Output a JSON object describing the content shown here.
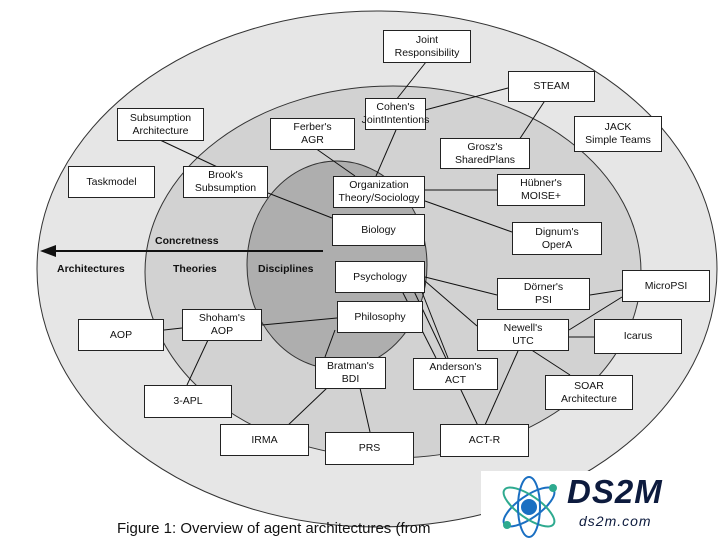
{
  "caption": "Figure 1: Overview of agent architectures (from",
  "rings": {
    "architectures": "Architectures",
    "theories": "Theories",
    "disciplines": "Disciplines",
    "concreteness": "Concretness"
  },
  "nodes": {
    "joint_responsibility": "Joint\nResponsibility",
    "steam": "STEAM",
    "subsumption_architecture": "Subsumption\nArchitecture",
    "cohens_jointintentions": "Cohen's\nJointIntentions",
    "ferbers_agr": "Ferber's\nAGR",
    "groszs_sharedplans": "Grosz's\nSharedPlans",
    "jack_simple_teams": "JACK\nSimple Teams",
    "taskmodel": "Taskmodel",
    "brooks_subsumption": "Brook's\nSubsumption",
    "organization_theory": "Organization\nTheory/Sociology",
    "hubners_moise": "Hübner's\nMOISE+",
    "biology": "Biology",
    "dignums_opera": "Dignum's\nOperA",
    "psychology": "Psychology",
    "dorners_psi": "Dörner's\nPSI",
    "micropsi": "MicroPSI",
    "shohams_aop": "Shoham's\nAOP",
    "philosophy": "Philosophy",
    "aop": "AOP",
    "newells_utc": "Newell's\nUTC",
    "icarus": "Icarus",
    "bratmans_bdi": "Bratman's\nBDI",
    "andersons_act": "Anderson's\nACT",
    "soar_architecture": "SOAR\nArchitecture",
    "three_apl": "3-APL",
    "irma": "IRMA",
    "prs": "PRS",
    "act_r": "ACT-R"
  },
  "watermark": {
    "title": "DS2M",
    "subtitle": "ds2m.com"
  }
}
